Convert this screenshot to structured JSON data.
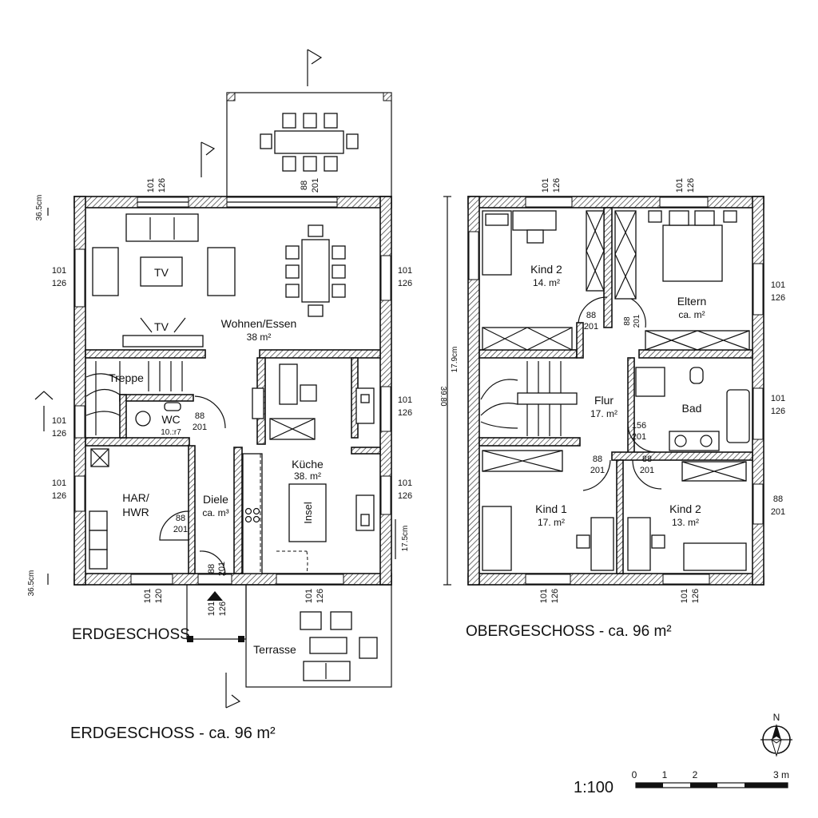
{
  "ground_floor": {
    "title": "ERDGESCHOSS",
    "caption": "ERDGESCHOSS - ca. 96 m²",
    "rooms": {
      "wohnen": {
        "name": "Wohnen/Essen",
        "area": "38 m²"
      },
      "tv1": "TV",
      "tv2": "TV",
      "treppe": "Treppe",
      "wc": {
        "name": "WC",
        "area": "10.:r7"
      },
      "kueche": {
        "name": "Küche",
        "area": "38. m²"
      },
      "insel": "Insel",
      "har": {
        "line1": "HAR/",
        "line2": "HWR"
      },
      "diele": {
        "name": "Diele",
        "area": "ca. m³"
      },
      "terrasse": "Terrasse"
    },
    "dims": {
      "top_window1": [
        "101",
        "126"
      ],
      "top_window2": [
        "88",
        "201"
      ],
      "left_window1": [
        "101",
        "126"
      ],
      "left_window2": [
        "101",
        "126"
      ],
      "left_window3": [
        "101",
        "126"
      ],
      "right_window1": [
        "101",
        "126"
      ],
      "right_window2": [
        "101",
        "126"
      ],
      "right_window3": [
        "101",
        "126"
      ],
      "wc_door": [
        "88",
        "201"
      ],
      "har_door": [
        "88",
        "201"
      ],
      "entry_door": [
        "88",
        "201"
      ],
      "entry_side": [
        "101",
        "126"
      ],
      "bottom_window1": [
        "101",
        "120"
      ],
      "bottom_window2": [
        "101",
        "126"
      ],
      "wall_top": "36.5cm",
      "wall_bottom": "36.5cm",
      "wall_right": "17.5cm"
    }
  },
  "upper_floor": {
    "title": "OBERGESCHOSS - ca. 96 m²",
    "rooms": {
      "kind2_top": {
        "name": "Kind 2",
        "area": "14. m²"
      },
      "eltern": {
        "name": "Eltern",
        "area": "ca. m²"
      },
      "flur": {
        "name": "Flur",
        "area": "17. m²"
      },
      "bad": "Bad",
      "kind1": {
        "name": "Kind 1",
        "area": "17. m²"
      },
      "kind2_bottom": {
        "name": "Kind 2",
        "area": "13. m²"
      }
    },
    "dims": {
      "top_window1": [
        "101",
        "126"
      ],
      "top_window2": [
        "101",
        "126"
      ],
      "right_window1": [
        "101",
        "126"
      ],
      "right_window2": [
        "101",
        "126"
      ],
      "right_window3": [
        "88",
        "201"
      ],
      "bottom_window1": [
        "101",
        "126"
      ],
      "bottom_window2": [
        "101",
        "126"
      ],
      "door_kind2": [
        "88",
        "201"
      ],
      "door_eltern": [
        "88",
        "201"
      ],
      "door_bad": [
        "156",
        "201"
      ],
      "door_kind1": [
        "88",
        "201"
      ],
      "door_kind2b": [
        "88",
        "201"
      ],
      "wall_left": "17.9cm",
      "total_height": "39.80"
    }
  },
  "scale": {
    "ratio": "1:100",
    "ticks": [
      "0",
      "1",
      "2",
      "3 m"
    ]
  },
  "north": "N"
}
